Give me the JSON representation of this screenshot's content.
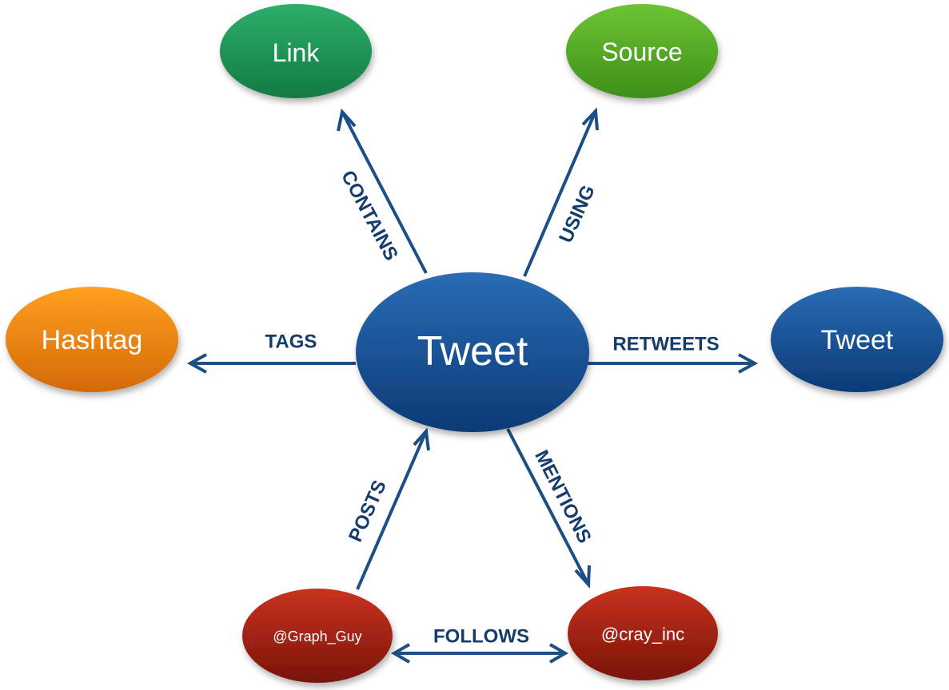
{
  "colors": {
    "edge": "#1b4f86",
    "edge_label": "#143d6b",
    "blue_top": "#2a6cb5",
    "blue_bottom": "#0c3a75",
    "green_dark_top": "#2eae6a",
    "green_dark_bottom": "#137a43",
    "green_light_top": "#6cc434",
    "green_light_bottom": "#3e8f19",
    "orange_top": "#ffa021",
    "orange_bottom": "#d46a05",
    "red_top": "#c8321f",
    "red_bottom": "#7a1408"
  },
  "nodes": {
    "tweet_center": "Tweet",
    "link": "Link",
    "source": "Source",
    "hashtag": "Hashtag",
    "tweet_retweet": "Tweet",
    "graph_guy": "@Graph_Guy",
    "cray_inc": "@cray_inc"
  },
  "edges": {
    "contains": "CONTAINS",
    "using": "USING",
    "tags": "TAGS",
    "retweets": "RETWEETS",
    "posts": "POSTS",
    "mentions": "MENTIONS",
    "follows": "FOLLOWS"
  }
}
